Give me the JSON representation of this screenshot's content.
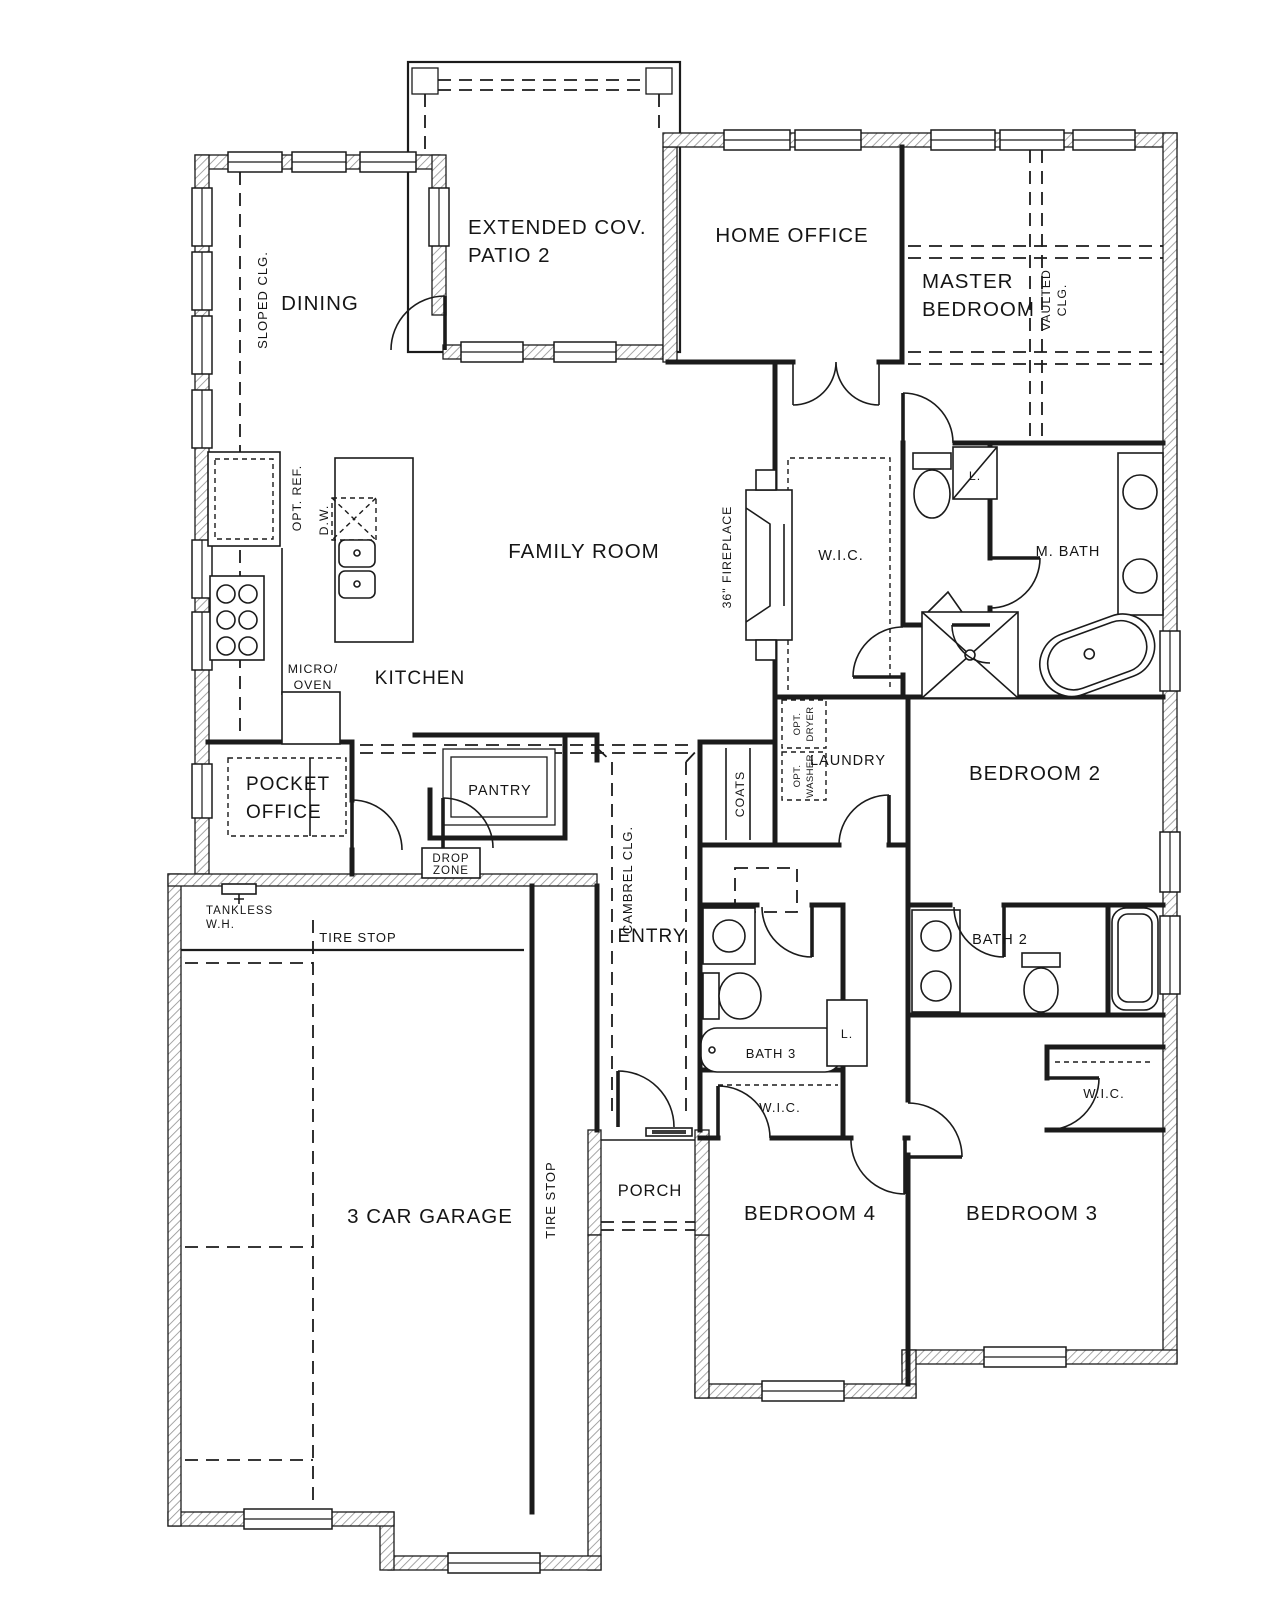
{
  "drawing": "residential-floor-plan",
  "colors": {
    "line": "#1b1b1b",
    "hatch": "#8f8f8f",
    "background": "#ffffff"
  },
  "labels": {
    "dining": "DINING",
    "patio_1": "EXTENDED COV.",
    "patio_2": "PATIO 2",
    "home_office": "HOME OFFICE",
    "master_1": "MASTER",
    "master_2": "BEDROOM",
    "vaulted_1": "VAULTED",
    "vaulted_2": "CLG.",
    "sloped_clg": "SLOPED CLG.",
    "family_room": "FAMILY ROOM",
    "kitchen": "KITCHEN",
    "micro_1": "MICRO/",
    "micro_2": "OVEN",
    "dw": "D.W.",
    "opt_ref": "OPT. REF.",
    "fireplace": "36\" FIREPLACE",
    "wic_master": "W.I.C.",
    "m_bath": "M. BATH",
    "linen_master": "L.",
    "pocket_1": "POCKET",
    "pocket_2": "OFFICE",
    "pantry": "PANTRY",
    "drop_1": "DROP",
    "drop_2": "ZONE",
    "entry": "ENTRY",
    "cambrel_clg": "CAMBREL CLG.",
    "coats": "COATS",
    "laundry": "LAUNDRY",
    "opt_dryer_1": "OPT.",
    "opt_dryer_2": "DRYER",
    "opt_washer_1": "OPT.",
    "opt_washer_2": "WASHER",
    "bedroom2": "BEDROOM 2",
    "bath2": "BATH 2",
    "bath3": "BATH 3",
    "linen_bath3": "L.",
    "wic_bed4": "W.I.C.",
    "wic_bed3": "W.I.C.",
    "bedroom4": "BEDROOM 4",
    "bedroom3": "BEDROOM 3",
    "garage": "3 CAR GARAGE",
    "porch": "PORCH",
    "tire_stop_top": "TIRE STOP",
    "tire_stop_side": "TIRE STOP",
    "tankless_1": "TANKLESS",
    "tankless_2": "W.H."
  }
}
